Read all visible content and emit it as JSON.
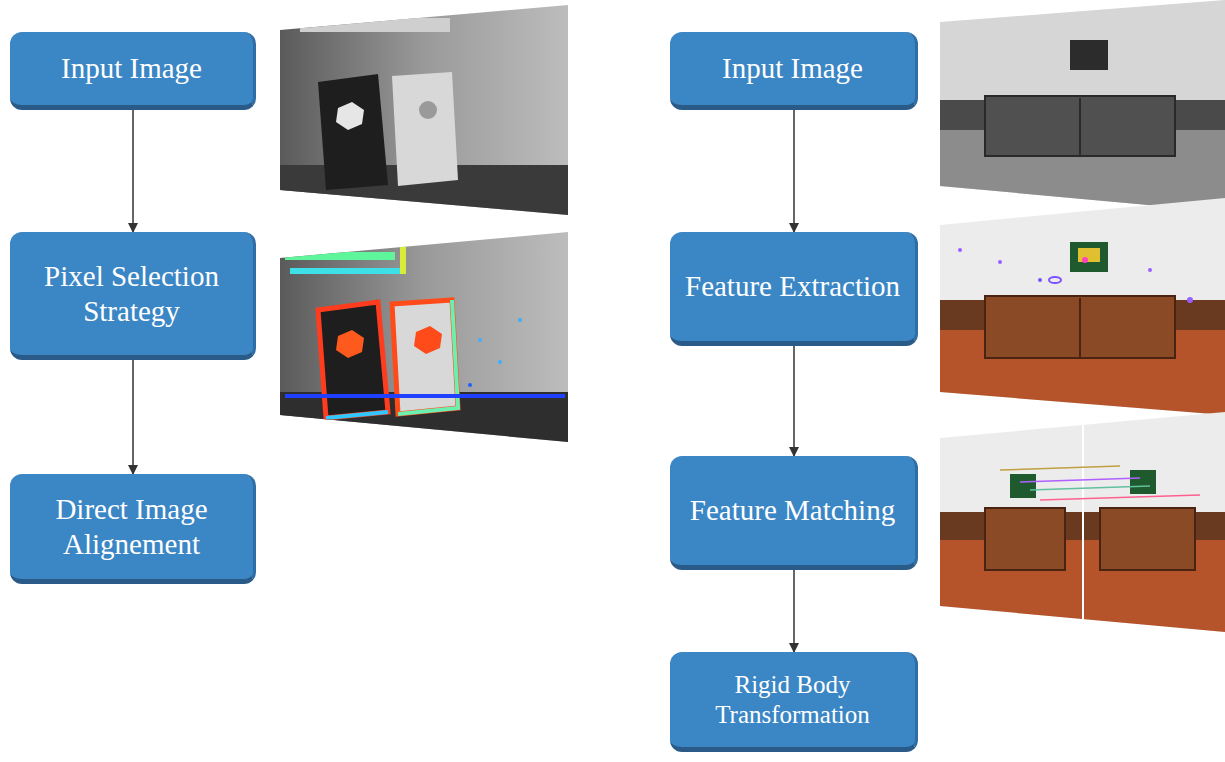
{
  "diagram": {
    "nodes": [
      {
        "text": [
          "Input Image"
        ]
      },
      {
        "text": [
          "Pixel Selection Strategy"
        ]
      },
      {
        "text": [
          "Direct Image Alignement"
        ]
      },
      {
        "text": [
          "Input Image"
        ]
      },
      {
        "text": [
          "Feature Extraction"
        ]
      },
      {
        "text": [
          "Feature Matching"
        ]
      },
      {
        "text": [
          "Rigid Body Transformation"
        ]
      }
    ],
    "edges": [
      {
        "from": 0,
        "to": 1,
        "arrow": "to"
      },
      {
        "from": 1,
        "to": 2,
        "arrow": "to"
      },
      {
        "from": 3,
        "to": 4,
        "arrow": "to"
      },
      {
        "from": 4,
        "to": 5,
        "arrow": "to"
      },
      {
        "from": 5,
        "to": 6,
        "arrow": "to"
      }
    ]
  }
}
